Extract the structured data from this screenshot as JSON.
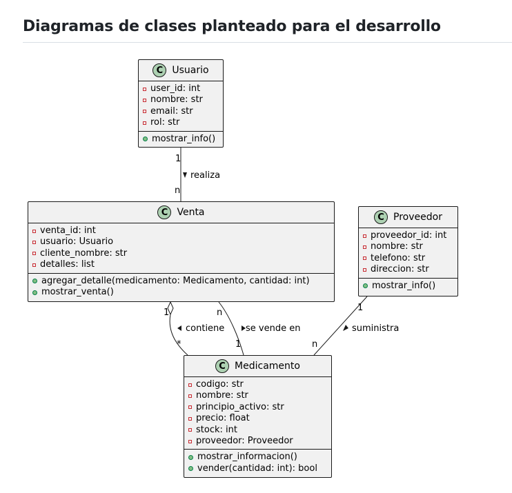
{
  "page": {
    "title": "Diagramas de clases planteado para el desarrollo"
  },
  "badge_letter": "C",
  "classes": {
    "usuario": {
      "name": "Usuario",
      "attributes": [
        "user_id: int",
        "nombre: str",
        "email: str",
        "rol: str"
      ],
      "methods": [
        "mostrar_info()"
      ]
    },
    "venta": {
      "name": "Venta",
      "attributes": [
        "venta_id: int",
        "usuario: Usuario",
        "cliente_nombre: str",
        "detalles: list"
      ],
      "methods": [
        "agregar_detalle(medicamento: Medicamento, cantidad: int)",
        "mostrar_venta()"
      ]
    },
    "proveedor": {
      "name": "Proveedor",
      "attributes": [
        "proveedor_id: int",
        "nombre: str",
        "telefono: str",
        "direccion: str"
      ],
      "methods": [
        "mostrar_info()"
      ]
    },
    "medicamento": {
      "name": "Medicamento",
      "attributes": [
        "codigo: str",
        "nombre: str",
        "principio_activo: str",
        "precio: float",
        "stock: int",
        "proveedor: Proveedor"
      ],
      "methods": [
        "mostrar_informacion()",
        "vender(cantidad: int): bool"
      ]
    }
  },
  "relations": {
    "realiza": {
      "label": "realiza",
      "from_mult": "1",
      "to_mult": "n"
    },
    "contiene": {
      "label": "contiene",
      "from_mult": "1",
      "to_mult": "*"
    },
    "se_vende_en": {
      "label": "se vende en",
      "from_mult": "n",
      "to_mult": "1"
    },
    "suministra": {
      "label": "suministra",
      "from_mult": "1",
      "to_mult": "n"
    }
  },
  "colors": {
    "class_fill": "#f1f1f1",
    "badge_fill": "#add1b2",
    "private_marker": "#c82930",
    "public_marker": "#84be84"
  }
}
